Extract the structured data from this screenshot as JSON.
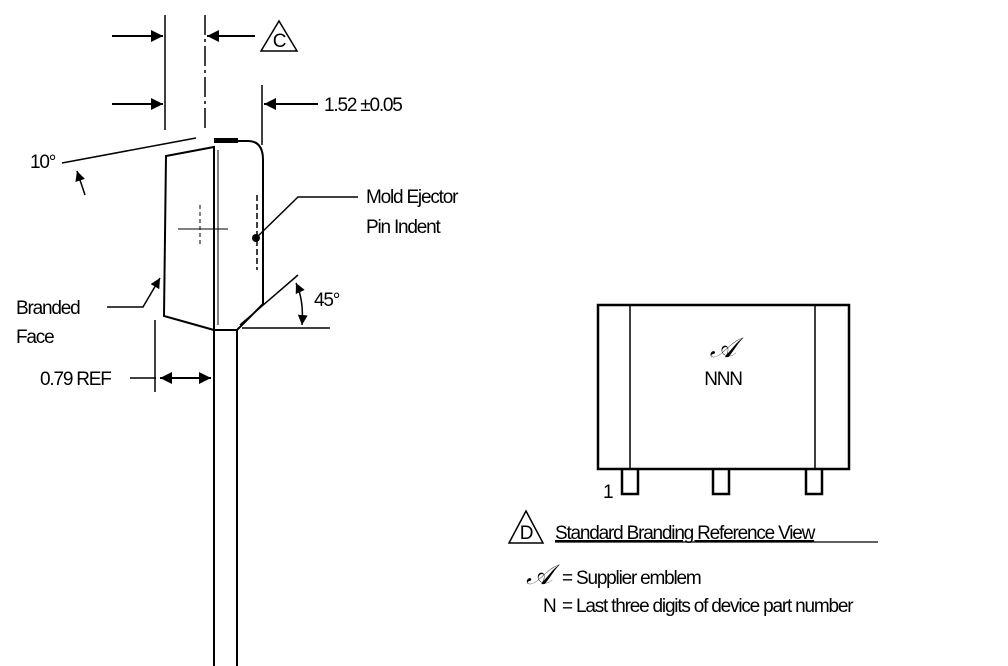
{
  "side_view": {
    "callout_c": "C",
    "dim_thickness": "1.52 ±0.05",
    "angle_10": "10°",
    "ejector_label": [
      "Mold Ejector",
      "Pin Indent"
    ],
    "angle_45": "45°",
    "branded_face_label": [
      "Branded",
      "Face"
    ],
    "dim_ref": "0.79 REF"
  },
  "front_view": {
    "emblem_glyph": "𝒜",
    "part_code": "NNN",
    "pin1_label": "1"
  },
  "caption": {
    "callout_d": "D",
    "title": "Standard Branding Reference View"
  },
  "legend": [
    {
      "symbol": "𝒜",
      "text": "= Supplier emblem"
    },
    {
      "symbol": "N",
      "text": "= Last three digits of device part number"
    }
  ],
  "colors": {
    "line": "#000000",
    "background": "#ffffff"
  }
}
